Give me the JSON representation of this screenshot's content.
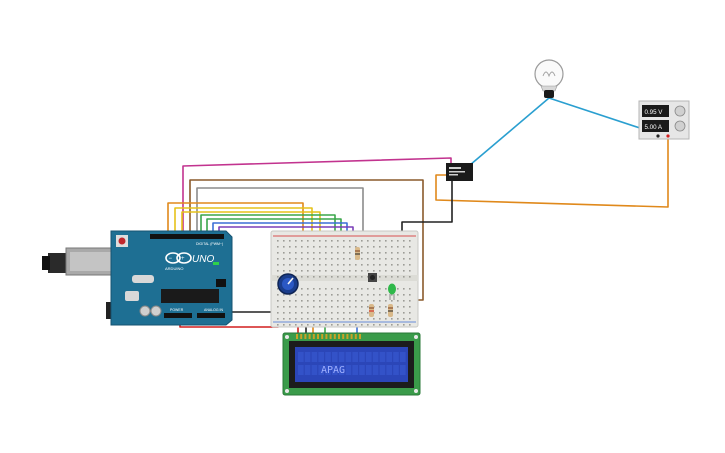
{
  "arduino": {
    "brand": "UNO",
    "maker": "ARDUINO",
    "header_digital": "DIGITAL (PWM~)",
    "header_power": "POWER",
    "header_analog": "ANALOG IN"
  },
  "power_supply": {
    "voltage": "0.95 V",
    "current": "5.00 A"
  },
  "lcd": {
    "text": "APAG"
  },
  "colors": {
    "arduino_board": "#1e6f93",
    "breadboard": "#e8e8e4",
    "lcd_pcb": "#3a9b4a",
    "lcd_screen": "#2b46b8",
    "lcd_text": "#9fb0ff",
    "wire_magenta": "#c2338f",
    "wire_orange": "#e0891b",
    "wire_yellow": "#e6c21a",
    "wire_green": "#3aa64a",
    "wire_blue": "#3c6fd6",
    "wire_brown": "#8a5a2b",
    "wire_gray": "#8c8c8c",
    "wire_cyan": "#2a9fd0",
    "wire_black": "#222222",
    "wire_red": "#d21f1f",
    "wire_purple": "#7b3fb8"
  },
  "icons": [
    "light-bulb-icon",
    "relay-icon",
    "potentiometer-icon",
    "pushbutton-icon",
    "led-icon",
    "usb-connector-icon"
  ]
}
